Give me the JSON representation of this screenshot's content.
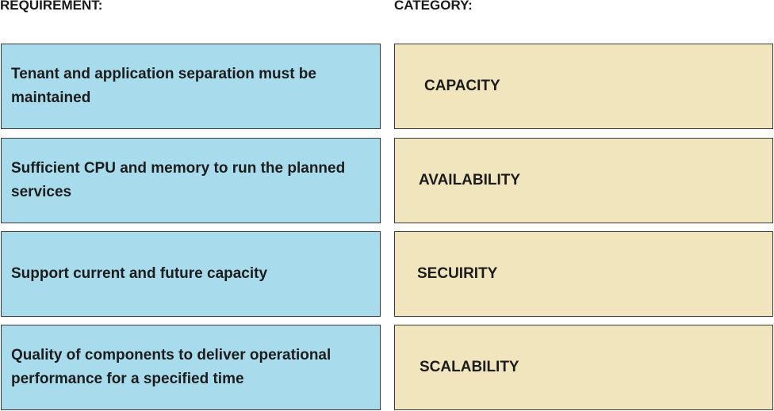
{
  "headers": {
    "requirement": "REQUIREMENT:",
    "category": "CATEGORY:"
  },
  "requirements": [
    "Tenant and application separation must be maintained",
    "Sufficient CPU and memory to run the planned services",
    "Support current and future capacity",
    "Quality of components to deliver operational performance for a specified time"
  ],
  "categories": [
    "CAPACITY",
    "AVAILABILITY",
    "SECUIRITY",
    "SCALABILITY"
  ],
  "colors": {
    "requirement_box": "#a8dcec",
    "category_box": "#f0e5bd",
    "border": "#3a3a3a"
  }
}
